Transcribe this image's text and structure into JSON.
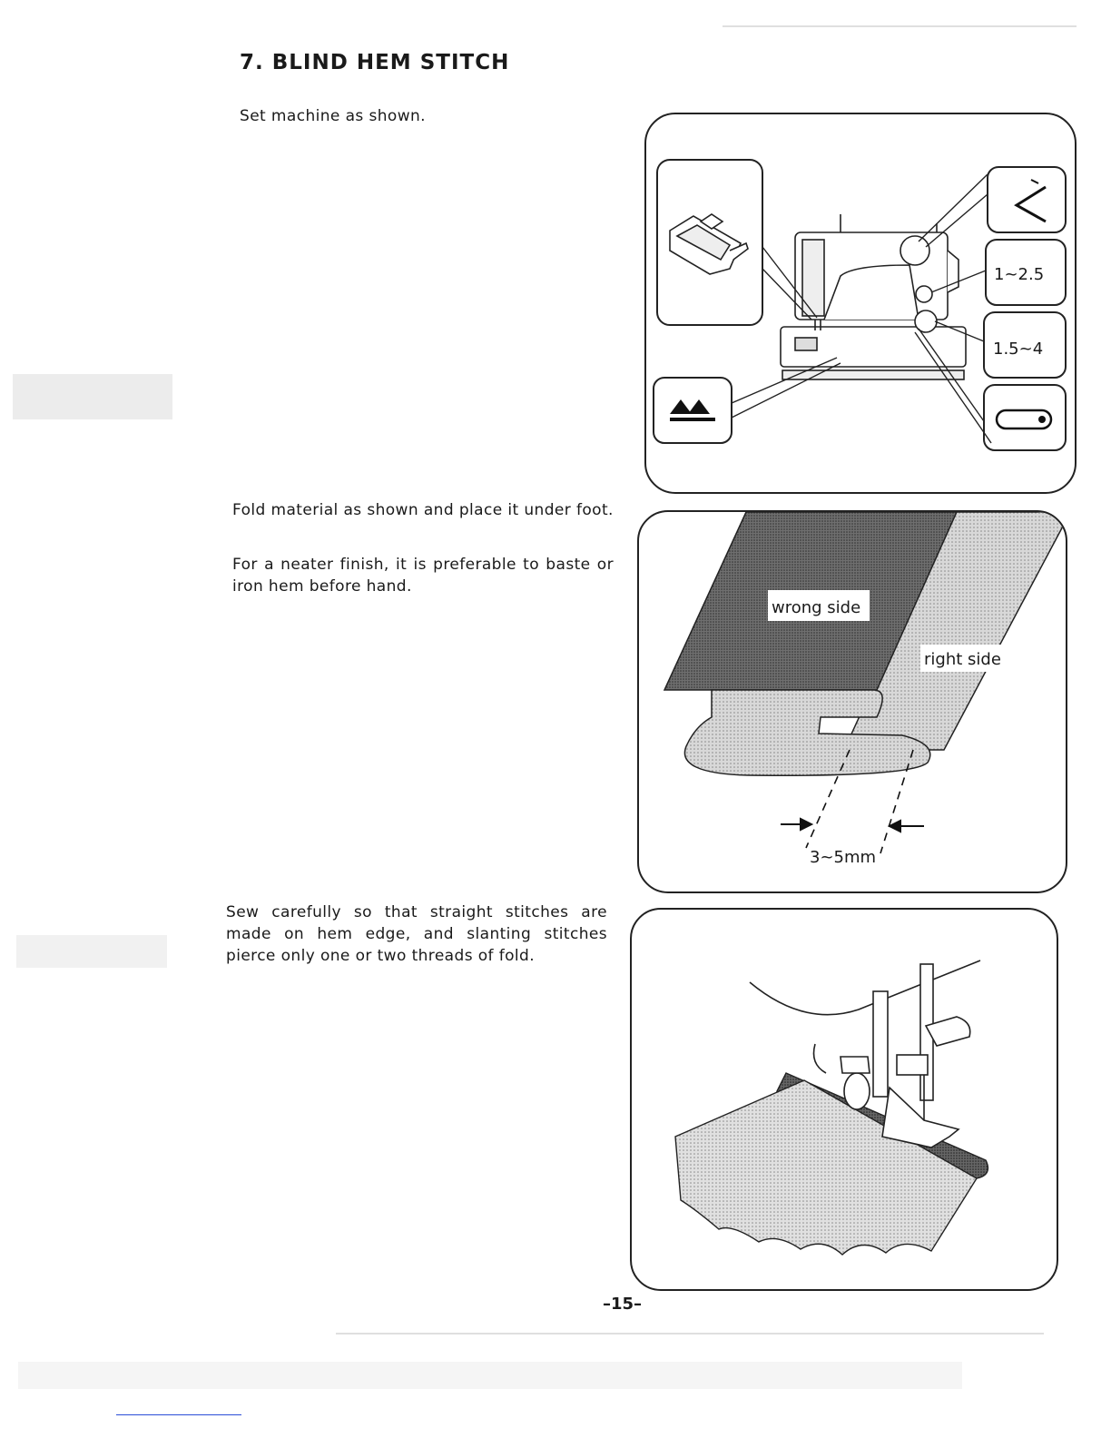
{
  "page": {
    "heading": "7. BLIND HEM STITCH",
    "instructions": [
      "Set machine as shown.",
      "Fold material as shown and place it under foot.",
      "For a neater finish, it is preferable to baste or iron hem before hand.",
      "Sew carefully so that straight stitches are made on hem edge, and slanting stitches pierce only one or two threads of fold."
    ],
    "page_number": "–15–"
  },
  "figure_settings": {
    "stitch_length": "1~2.5",
    "stitch_width": "1.5~4"
  },
  "figure_fold": {
    "wrong_side_label": "wrong side",
    "right_side_label": "right side",
    "distance_label": "3~5mm"
  }
}
